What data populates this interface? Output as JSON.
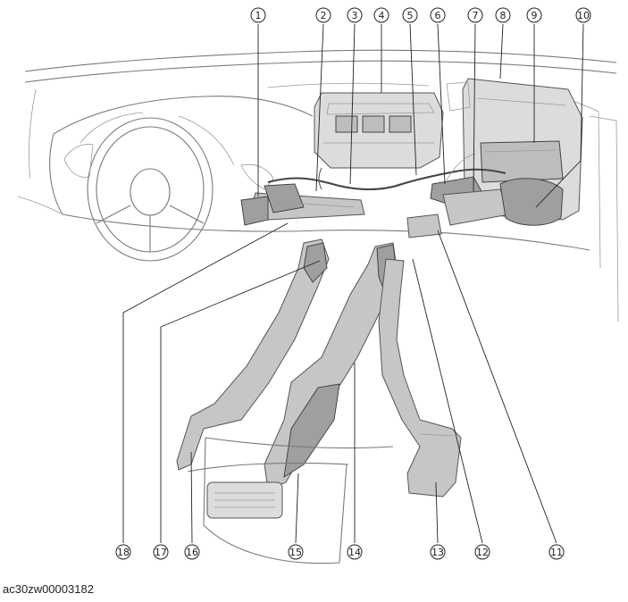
{
  "diagram": {
    "image_code": "ac30zw00003182",
    "callouts": [
      {
        "id": "callout-1",
        "label": "1"
      },
      {
        "id": "callout-2",
        "label": "2"
      },
      {
        "id": "callout-3",
        "label": "3"
      },
      {
        "id": "callout-4",
        "label": "4"
      },
      {
        "id": "callout-5",
        "label": "5"
      },
      {
        "id": "callout-6",
        "label": "6"
      },
      {
        "id": "callout-7",
        "label": "7"
      },
      {
        "id": "callout-8",
        "label": "8"
      },
      {
        "id": "callout-9",
        "label": "9"
      },
      {
        "id": "callout-10",
        "label": "10"
      },
      {
        "id": "callout-11",
        "label": "11"
      },
      {
        "id": "callout-12",
        "label": "12"
      },
      {
        "id": "callout-13",
        "label": "13"
      },
      {
        "id": "callout-14",
        "label": "14"
      },
      {
        "id": "callout-15",
        "label": "15"
      },
      {
        "id": "callout-16",
        "label": "16"
      },
      {
        "id": "callout-17",
        "label": "17"
      },
      {
        "id": "callout-18",
        "label": "18"
      }
    ]
  }
}
